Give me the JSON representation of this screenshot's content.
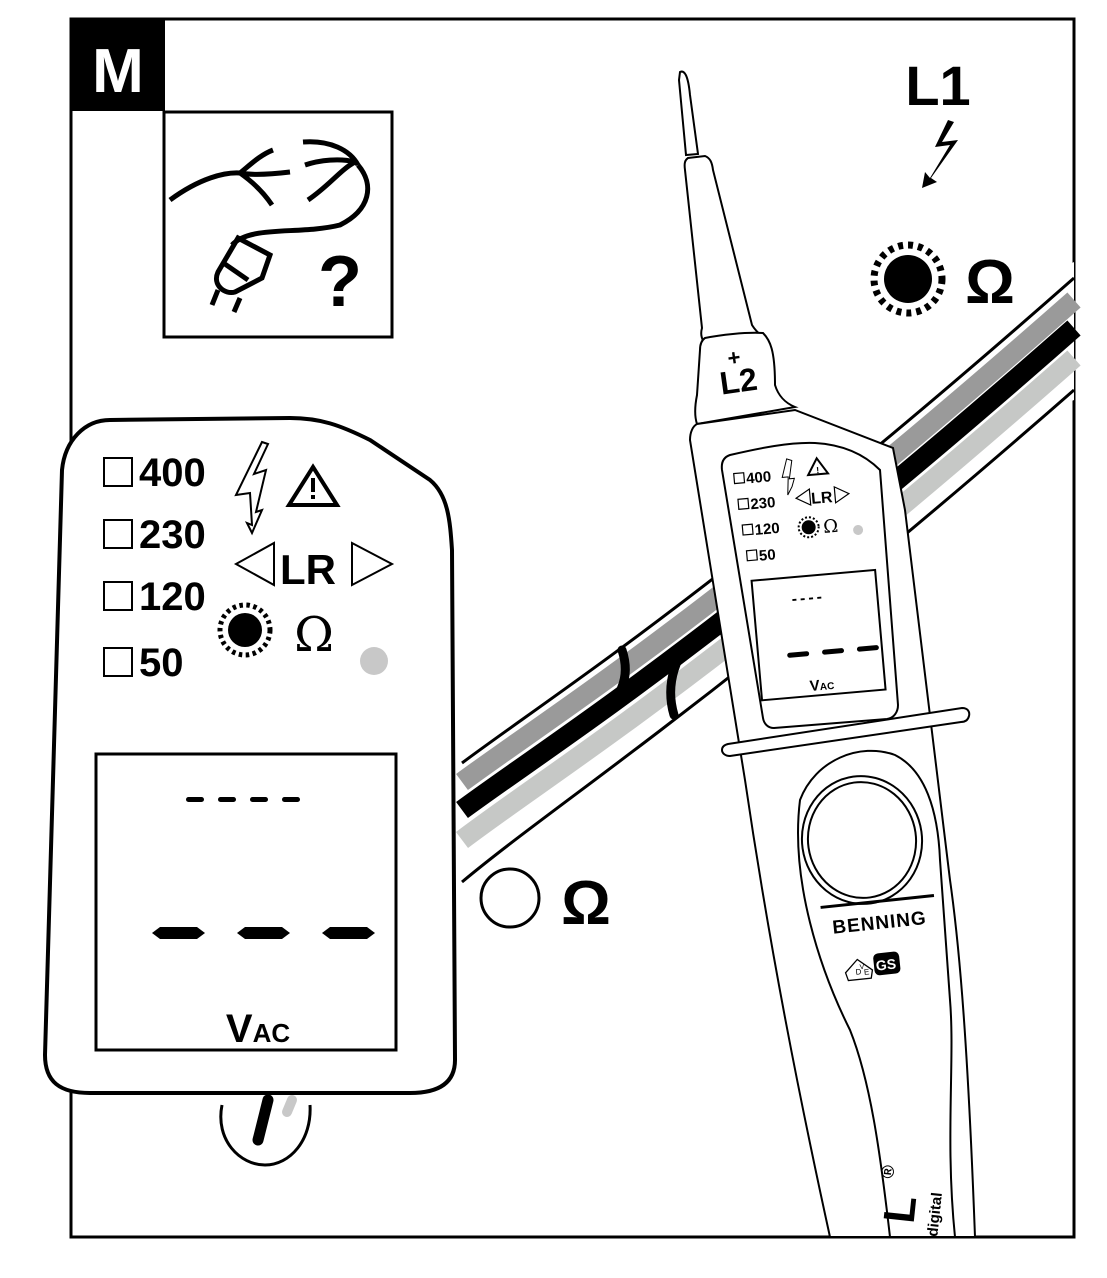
{
  "step": {
    "label": "M",
    "label_color": "#ffffff",
    "badge_color": "#000000"
  },
  "hint_icon": {
    "description": "broken-cable-and-plug",
    "question_mark": "?"
  },
  "phase": {
    "l1_label": "L1",
    "l2_label": "L2",
    "plus_sign": "+"
  },
  "result_indicators": {
    "lit": {
      "led_state": "on",
      "symbol": "Ω"
    },
    "unlit": {
      "led_state": "off",
      "symbol": "Ω"
    }
  },
  "display_panel": {
    "voltage_levels": [
      "400",
      "230",
      "120",
      "50"
    ],
    "lr_label": "LR",
    "omega_symbol": "Ω",
    "lcd": {
      "top_segments": "----",
      "main_segments": "---",
      "unit_main": "V",
      "unit_sub": "AC"
    },
    "gray_indicator_color": "#c8c8c8"
  },
  "device": {
    "brand": "BENNING",
    "model_suffix": "L",
    "registered_mark": "®",
    "variant": "digital",
    "certifications": [
      "VDE",
      "GS"
    ],
    "vde_letters": [
      "D",
      "V",
      "E"
    ],
    "gs_letters": "GS"
  },
  "cable": {
    "stripe_colors": [
      "#9a9a9a",
      "#000000",
      "#c6c8c6"
    ]
  }
}
